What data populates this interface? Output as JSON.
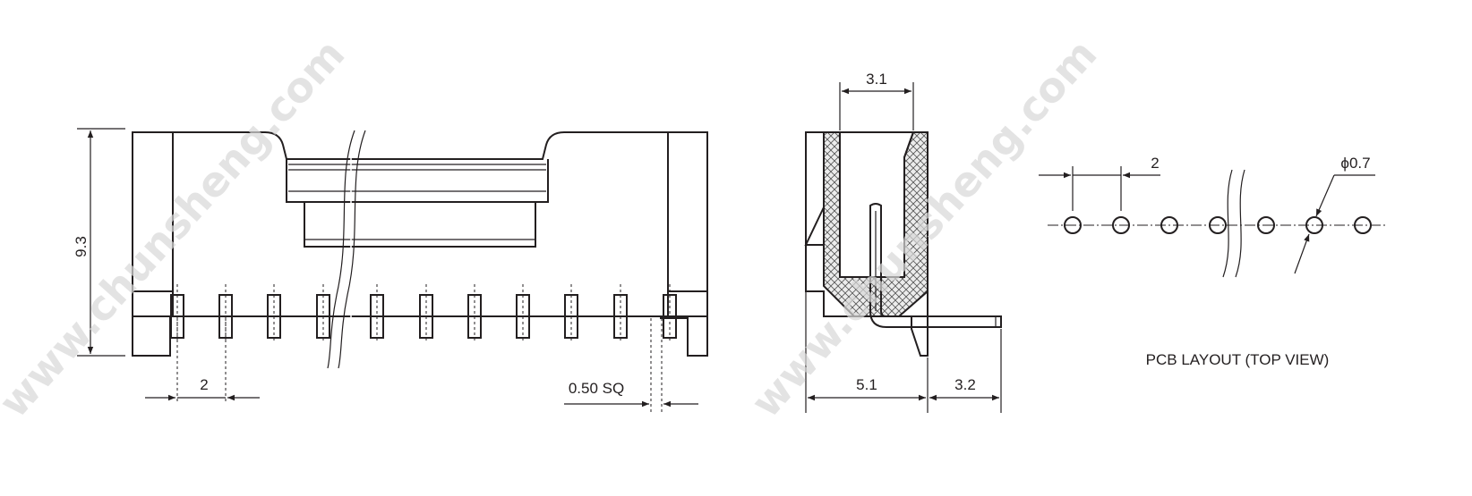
{
  "watermark": "www.chunsheng.com",
  "front_view": {
    "dim_height": "9.3",
    "dim_pitch": "2",
    "dim_pin_size": "0.50 SQ"
  },
  "side_view": {
    "dim_top_width": "3.1",
    "dim_body_depth": "5.1",
    "dim_pin_extension": "3.2"
  },
  "pcb_layout": {
    "dim_pitch": "2",
    "dim_hole": "ϕ0.7",
    "title": "PCB LAYOUT (TOP VIEW)"
  }
}
